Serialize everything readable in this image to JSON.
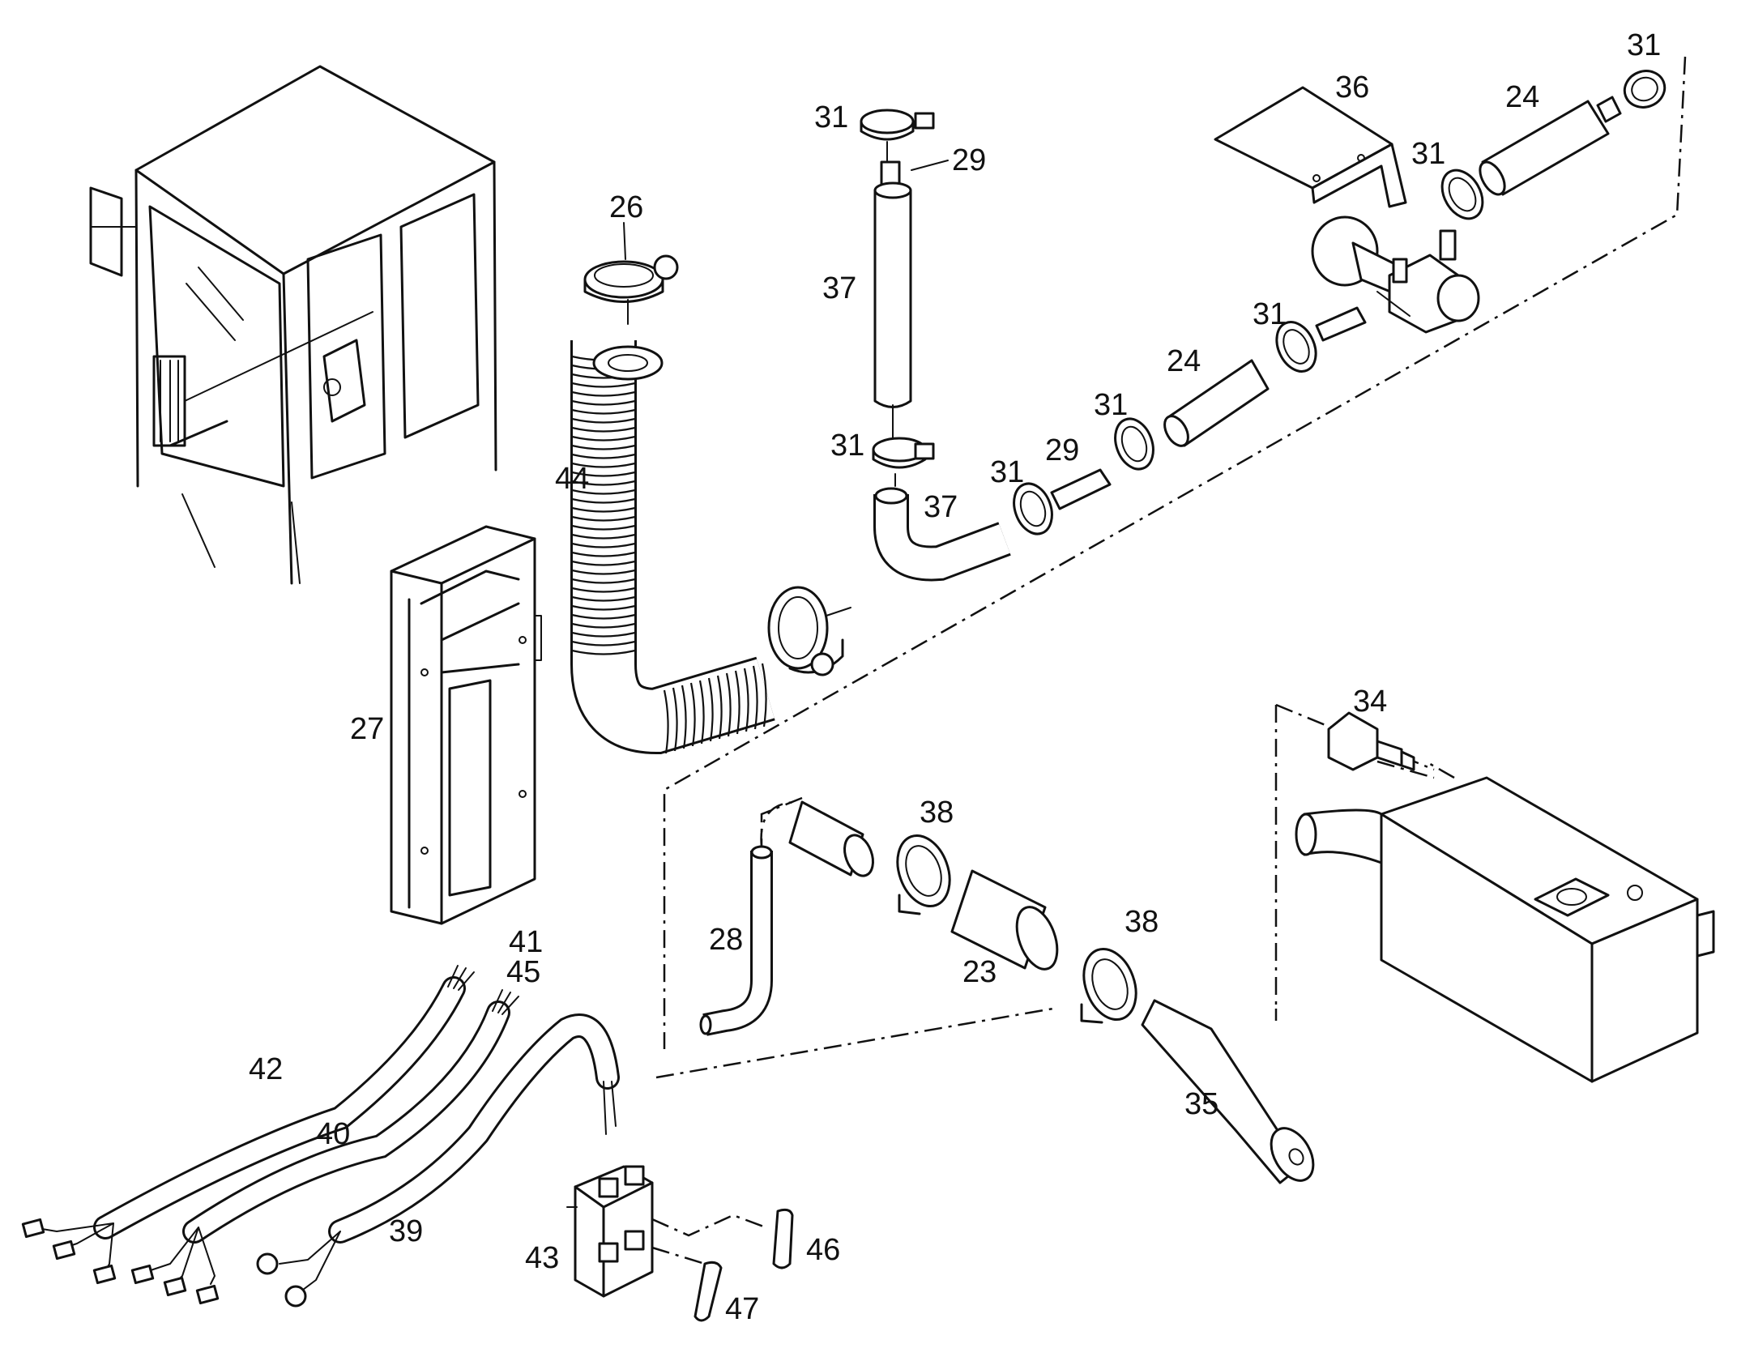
{
  "callouts": [
    {
      "id": "c31a",
      "text": "31"
    },
    {
      "id": "c31b",
      "text": "31"
    },
    {
      "id": "c31c",
      "text": "31"
    },
    {
      "id": "c31d",
      "text": "31"
    },
    {
      "id": "c31e",
      "text": "31"
    },
    {
      "id": "c31f",
      "text": "31"
    },
    {
      "id": "c31g",
      "text": "31"
    },
    {
      "id": "c36",
      "text": "36"
    },
    {
      "id": "c24a",
      "text": "24"
    },
    {
      "id": "c24b",
      "text": "24"
    },
    {
      "id": "c29a",
      "text": "29"
    },
    {
      "id": "c29b",
      "text": "29"
    },
    {
      "id": "c26",
      "text": "26"
    },
    {
      "id": "c37a",
      "text": "37"
    },
    {
      "id": "c37b",
      "text": "37"
    },
    {
      "id": "c44",
      "text": "44"
    },
    {
      "id": "c27",
      "text": "27"
    },
    {
      "id": "c34",
      "text": "34"
    },
    {
      "id": "c38a",
      "text": "38"
    },
    {
      "id": "c38b",
      "text": "38"
    },
    {
      "id": "c28",
      "text": "28"
    },
    {
      "id": "c23",
      "text": "23"
    },
    {
      "id": "c35",
      "text": "35"
    },
    {
      "id": "c41",
      "text": "41"
    },
    {
      "id": "c45",
      "text": "45"
    },
    {
      "id": "c42",
      "text": "42"
    },
    {
      "id": "c40",
      "text": "40"
    },
    {
      "id": "c39",
      "text": "39"
    },
    {
      "id": "c43",
      "text": "43"
    },
    {
      "id": "c46",
      "text": "46"
    },
    {
      "id": "c47",
      "text": "47"
    }
  ],
  "parts": [
    "cab",
    "bracket",
    "corrugated-hose",
    "heater-valve",
    "mounting-plate",
    "heater-box",
    "wiring-harness",
    "connector-block",
    "fuel-line",
    "exhaust-pipe"
  ]
}
